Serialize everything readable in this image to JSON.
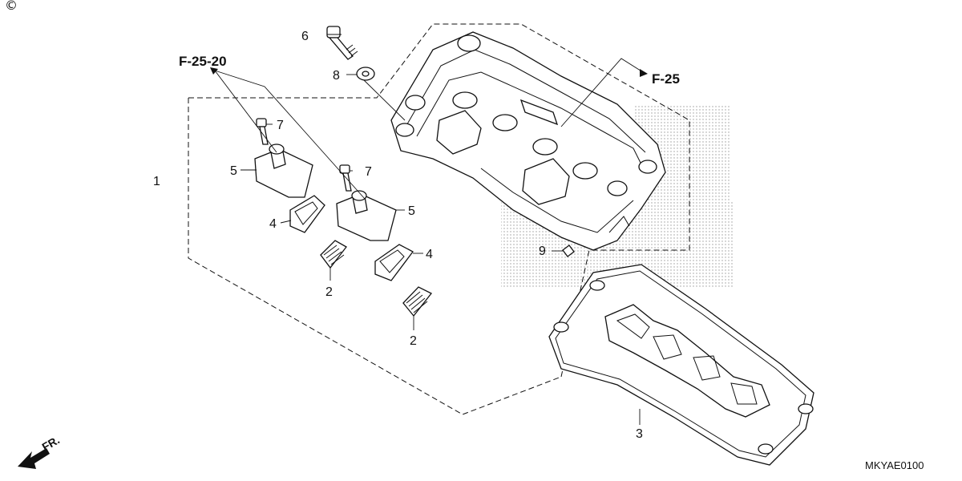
{
  "copyright_symbol": "©",
  "diagram_code": "MKYAE0100",
  "front_indicator": "FR.",
  "references": {
    "f25_20": "F-25-20",
    "f25": "F-25"
  },
  "callouts": {
    "c1": "1",
    "c2a": "2",
    "c2b": "2",
    "c3": "3",
    "c4a": "4",
    "c4b": "4",
    "c5a": "5",
    "c5b": "5",
    "c6": "6",
    "c7a": "7",
    "c7b": "7",
    "c8": "8",
    "c9": "9"
  }
}
